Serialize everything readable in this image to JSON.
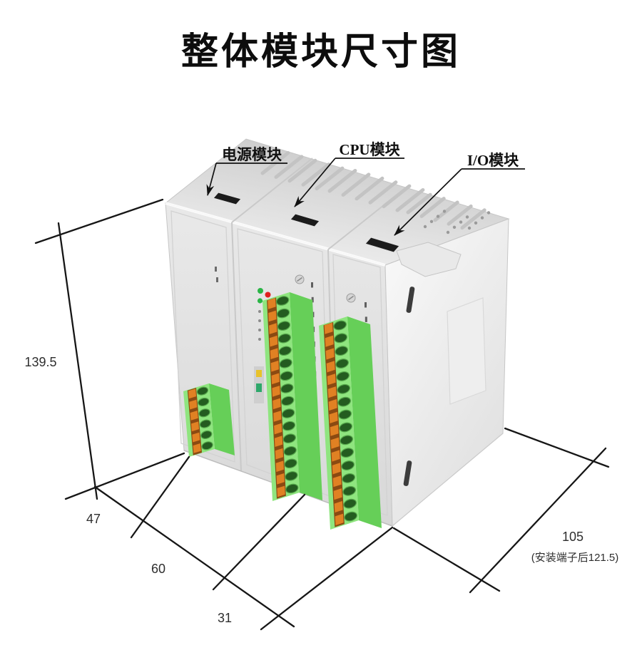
{
  "title": "整体模块尺寸图",
  "modules": {
    "power": "电源模块",
    "cpu": "CPU模块",
    "io": "I/O模块"
  },
  "dimensions": {
    "height": "139.5",
    "width_power": "47",
    "width_cpu": "60",
    "width_io": "31",
    "depth": "105",
    "depth_note": "(安装端子后121.5)"
  },
  "terminal_blocks": {
    "power_positions": 6,
    "cpu_positions": 16,
    "io_positions": 16
  },
  "colors": {
    "line": "#161616",
    "body_front": "#e3e3e3",
    "body_top_light": "#f6f6f6",
    "body_top_dark": "#c9c9c9",
    "body_side_light": "#fafafa",
    "body_side_dark": "#e0e0e0",
    "terminal_front": "#8fe57f",
    "terminal_side": "#66cf58",
    "terminal_top": "#a5ee93",
    "contact_orange": "#e08123",
    "contact_strip": "#8a4a12",
    "hole_green": "#245c20",
    "hole_rim": "#56a84b",
    "led_green": "#2ab546",
    "led_red": "#e01f1f"
  }
}
